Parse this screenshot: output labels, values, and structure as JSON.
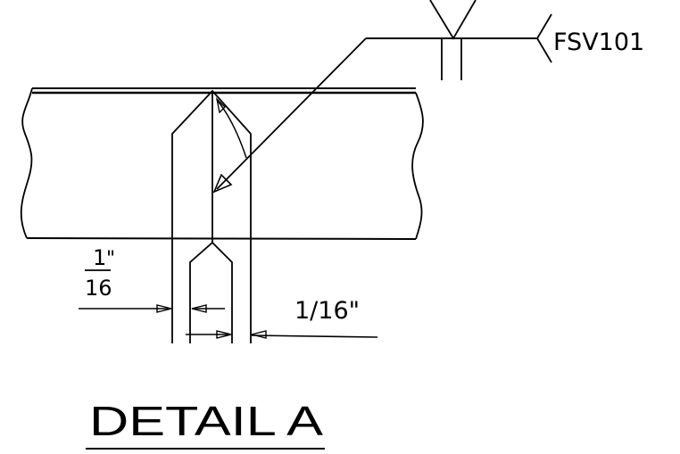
{
  "drawing": {
    "weld_callout_label": "FSV101",
    "dim_left_numerator": "1",
    "dim_left_inch_mark": "\"",
    "dim_left_denominator": "16",
    "dim_right_label": "1/16\"",
    "detail_title": "DETAIL A"
  },
  "colors": {
    "line": "#000000",
    "background": "#ffffff"
  }
}
